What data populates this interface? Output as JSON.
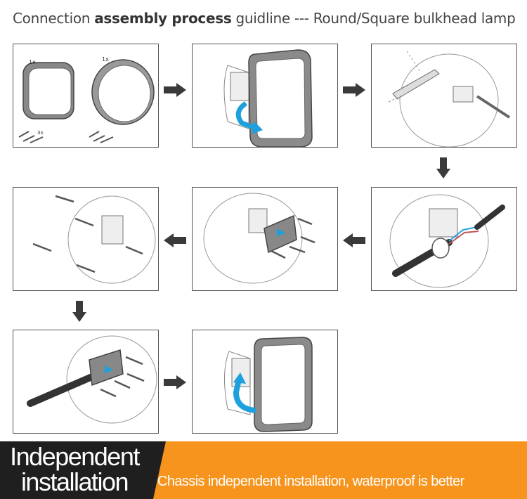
{
  "header": {
    "title_pre": "Connection ",
    "title_bold": "assembly process",
    "title_post": " guidline --- Round/Square bulkhead lamp"
  },
  "steps": [
    {
      "id": 1,
      "labels": [
        "1x",
        "1x",
        "3x"
      ]
    },
    {
      "id": 2
    },
    {
      "id": 3
    },
    {
      "id": 4
    },
    {
      "id": 5
    },
    {
      "id": 6
    },
    {
      "id": 7
    },
    {
      "id": 8
    }
  ],
  "footer": {
    "line1": "Independent",
    "line2": "installation",
    "tagline": "Chassis independent installation, waterproof is better"
  },
  "colors": {
    "accent": "#f7941d",
    "dark": "#1f1f1f",
    "arrow": "#3a3a3a",
    "highlight": "#1ea0dc"
  }
}
